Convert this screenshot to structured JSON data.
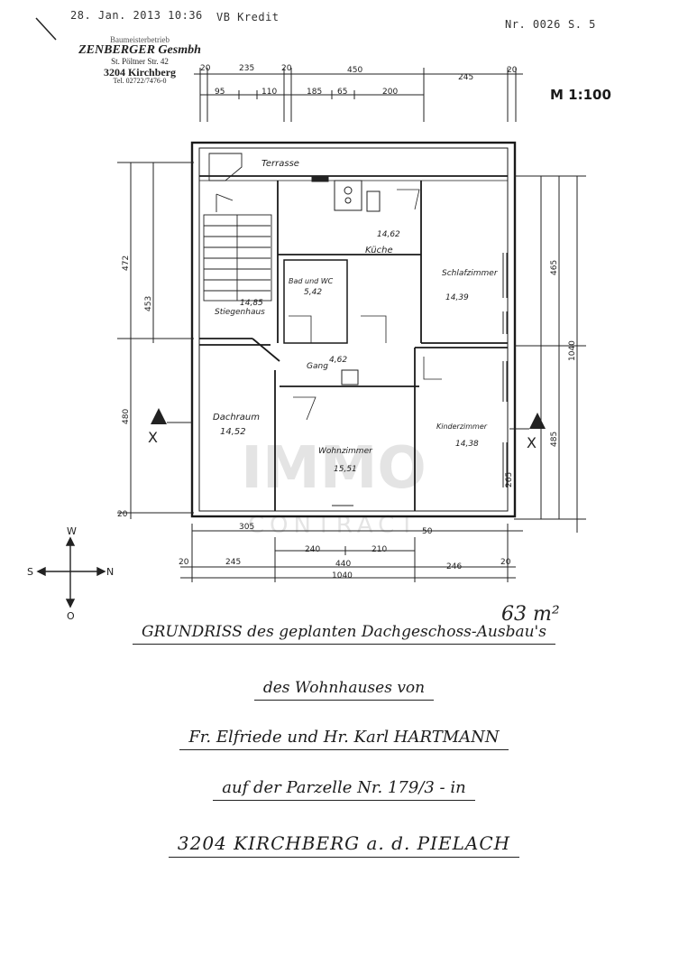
{
  "fax_header": {
    "timestamp": "28. Jan. 2013 10:36",
    "sender": "VB Kredit",
    "doc_number": "Nr. 0026",
    "page": "S. 5"
  },
  "company_stamp": {
    "line1": "Baumeisterbetrieb",
    "line2": "ZENBERGER Gesmbh",
    "line3": "St. Pöltner Str. 42",
    "line4": "3204 Kirchberg",
    "line5": "Tel. 02722/7476-0"
  },
  "scale": "M 1:100",
  "rooms": [
    {
      "name": "Terrasse",
      "area": ""
    },
    {
      "name": "Küche",
      "area": "14,62"
    },
    {
      "name": "Bad und WC",
      "area": "5,42"
    },
    {
      "name": "Stiegenhaus",
      "area": "14,85"
    },
    {
      "name": "Schlafzimmer",
      "area": "14,39"
    },
    {
      "name": "Gang",
      "area": "4,62"
    },
    {
      "name": "Dachraum",
      "area": "14,52"
    },
    {
      "name": "Wohnzimmer",
      "area": "15,51"
    },
    {
      "name": "Kinderzimmer",
      "area": "14,38"
    }
  ],
  "dimensions": {
    "top_row1": [
      "20",
      "235",
      "20",
      "450",
      "245",
      "20"
    ],
    "top_row2": [
      "95",
      "110",
      "185",
      "65",
      "200"
    ],
    "bottom_row1": [
      "305",
      "50"
    ],
    "bottom_row2": [
      "240",
      "210"
    ],
    "bottom_row3": [
      "20",
      "245",
      "440",
      "246",
      "20"
    ],
    "bottom_total": "1040",
    "left_side": [
      "472",
      "453",
      "480",
      "20"
    ],
    "right_side": [
      "465",
      "485",
      "1040",
      "265"
    ]
  },
  "compass": {
    "north": "N",
    "south": "S",
    "west": "W",
    "east": "O"
  },
  "section_marker": "X",
  "total_area": "63 m²",
  "title": {
    "line1": "GRUNDRISS des geplanten Dachgeschoss-Ausbau's",
    "line2": "des Wohnhauses von",
    "line3": "Fr. Elfriede und Hr. Karl HARTMANN",
    "line4": "auf der Parzelle Nr. 179/3 - in",
    "line5": "3204 KIRCHBERG a. d. PIELACH"
  },
  "watermark": {
    "main": "IMMO",
    "sub": "CONTRACT"
  }
}
